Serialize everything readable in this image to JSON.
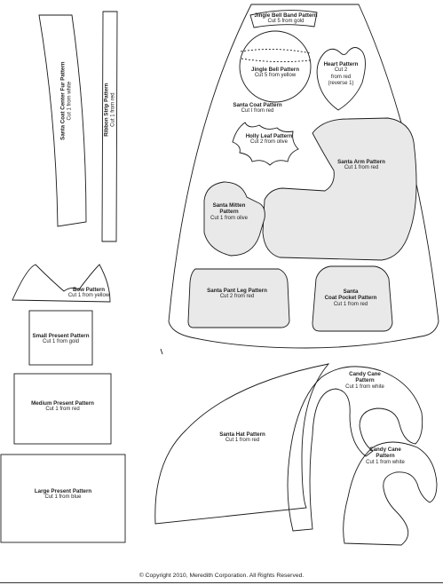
{
  "patterns": {
    "jingle_bell_band": {
      "title": "Jingle Bell Band Pattern",
      "cut": "Cut 5 from gold"
    },
    "jingle_bell": {
      "title": "Jingle Bell Pattern",
      "cut": "Cut 5 from yellow"
    },
    "heart": {
      "title": "Heart Pattern",
      "cut_1": "Cut 2",
      "cut_2": "from red",
      "cut_3": "(reverse 1)"
    },
    "santa_coat": {
      "title": "Santa Coat Pattern",
      "cut": "Cut I from red"
    },
    "holly_leaf": {
      "title": "Holly Leaf Pattern",
      "cut": "Cut 2 from olive"
    },
    "santa_arm": {
      "title": "Santa Arm Pattern",
      "cut": "Cut 1 from red"
    },
    "santa_mitten": {
      "title_1": "Santa Mitten",
      "title_2": "Pattern",
      "cut": "Cut 1 from olive"
    },
    "santa_pant_leg": {
      "title": "Santa Pant Leg Pattern",
      "cut": "Cut 2 from red"
    },
    "santa_coat_pocket": {
      "title_1": "Santa",
      "title_2": "Coat Pocket Pattern",
      "cut": "Cut 1 from red"
    },
    "santa_coat_center_fur": {
      "title": "Santa Coat Center Fur Pattern",
      "cut": "Cut 1 from white"
    },
    "ribbon_strip": {
      "title": "Ribbon Strip Pattern",
      "cut": "Cut 1 from red"
    },
    "bow": {
      "title": "Bow Pattern",
      "cut": "Cut 1 from yellow"
    },
    "small_present": {
      "title": "Small Present Pattern",
      "cut": "Cut 1 from gold"
    },
    "medium_present": {
      "title": "Medium Present Pattern",
      "cut": "Cut 1 from red"
    },
    "large_present": {
      "title": "Large Present Pattern",
      "cut": "Cut 1 from blue"
    },
    "santa_hat": {
      "title": "Santa Hat Pattern",
      "cut": "Cut 1 from red"
    },
    "candy_cane_1": {
      "title_1": "Candy Cane",
      "title_2": "Pattern",
      "cut": "Cut 1 from white"
    },
    "candy_cane_2": {
      "title_1": "Candy Cane",
      "title_2": "Pattern",
      "cut": "Cut 1 from white"
    }
  },
  "footer": {
    "copyright": "© Copyright 2010, Meredith Corporation. All Rights Reserved."
  },
  "colors": {
    "line": "#1a1a1a",
    "piece_fill": "#e9e9e9",
    "paper": "#ffffff"
  }
}
